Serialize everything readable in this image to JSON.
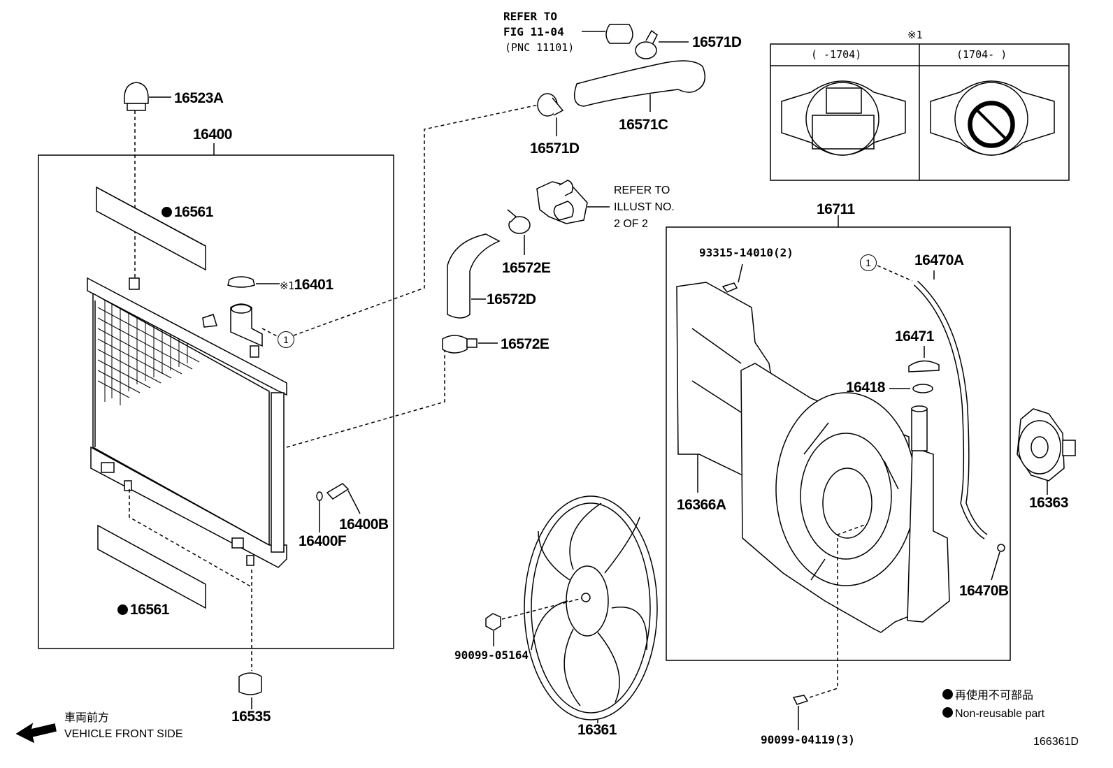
{
  "diagram": {
    "part_labels": {
      "p16523A": "16523A",
      "p16400": "16400",
      "p16561_top": "16561",
      "p16561_bottom": "16561",
      "p16401": "16401",
      "p16400B": "16400B",
      "p16400F": "16400F",
      "p16535": "16535",
      "p16571D_top": "16571D",
      "p16571D_mid": "16571D",
      "p16571C": "16571C",
      "p16572E_top": "16572E",
      "p16572E_bottom": "16572E",
      "p16572D": "16572D",
      "p16711": "16711",
      "p16470A": "16470A",
      "p16471": "16471",
      "p16418": "16418",
      "p16366A": "16366A",
      "p16363": "16363",
      "p16470B": "16470B",
      "p16361": "16361",
      "p90099_05164": "90099-05164",
      "p93315": "93315-14010(2)",
      "p90099_04119": "90099-04119(3)"
    },
    "ref_fig": [
      "REFER TO",
      "FIG 11-04",
      "(PNC 11101)"
    ],
    "ref_illust": [
      "REFER TO",
      "ILLUST NO.",
      "2 OF 2"
    ],
    "note_mark": "※1",
    "note_mark_16401": "※1",
    "circle_ref": "1",
    "cap_inset": {
      "mark": "※1",
      "col_left": "(      -1704)",
      "col_right": "(1704-      )"
    },
    "legend": {
      "jp": "再使用不可部品",
      "en": "Non-reusable part"
    },
    "front": {
      "jp": "車両前方",
      "en": "VEHICLE FRONT SIDE"
    },
    "figure_id": "166361D"
  }
}
